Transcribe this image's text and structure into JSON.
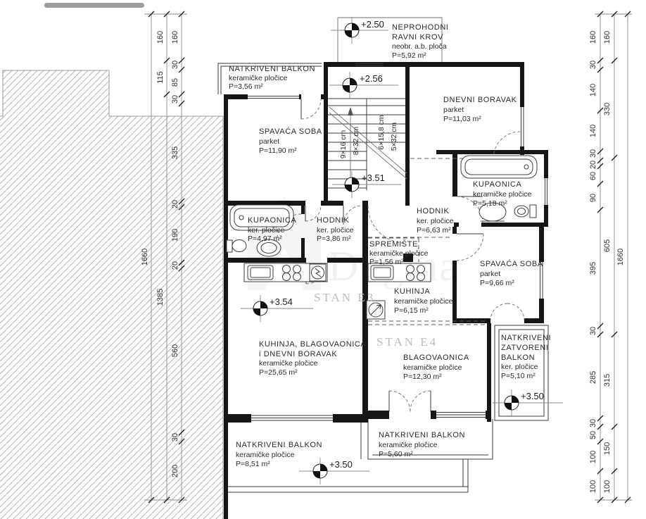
{
  "watermark": {
    "text": "Dogma"
  },
  "units": {
    "e3": "STAN E3",
    "e4": "STAN E4"
  },
  "levels": {
    "roof": "+2.50",
    "stair_top": "+2.56",
    "stair_mid": "+3.51",
    "e3_floor": "+3.54",
    "e4_balcony": "+3.50",
    "e3_balcony": "+3.50"
  },
  "stairs": {
    "flight1_risers": "9×16 cm",
    "flight1_treads": "8×32 cm",
    "flight2_risers": "6×15,8 cm",
    "flight2_treads": "5×32 cm"
  },
  "rooms": {
    "roof": {
      "lines": [
        "NEPROHODNI",
        "RAVNI KROV",
        "neobr. a.b. ploča",
        "P=5,92 m²"
      ]
    },
    "balkon_nw": {
      "lines": [
        "NATKRIVENI BALKON",
        "keramičke pločice",
        "P=3,56 m²"
      ]
    },
    "spavaca_e3": {
      "lines": [
        "SPAVAĆA SOBA",
        "parket",
        "P=11,90 m²"
      ]
    },
    "dnevni_e4": {
      "lines": [
        "DNEVNI BORAVAK",
        "parket",
        "P=11,03 m²"
      ]
    },
    "kupaonica_e3": {
      "lines": [
        "KUPAONICA",
        "ker. pločice",
        "P=4,97 m²"
      ]
    },
    "hodnik_e3": {
      "lines": [
        "HODNIK",
        "ker. pločice",
        "P=3,86 m²"
      ]
    },
    "hodnik_e4": {
      "lines": [
        "HODNIK",
        "ker. pločice",
        "P=6,63 m²"
      ]
    },
    "kupaonica_e4": {
      "lines": [
        "KUPAONICA",
        "keramičke pločice",
        "P=5,18 m²"
      ]
    },
    "spremiste_e4": {
      "lines": [
        "SPREMIŠTE",
        "keramičke pločice",
        "P=1,56 m²"
      ]
    },
    "kuhinja_e4": {
      "lines": [
        "KUHINJA",
        "keramičke pločice",
        "P=6,15 m²"
      ]
    },
    "spavaca_e4": {
      "lines": [
        "SPAVAĆA SOBA",
        "parket",
        "P=9,66 m²"
      ]
    },
    "dnevni_e3": {
      "lines": [
        "KUHINJA, BLAGOVAONICA",
        "i DNEVNI BORAVAK",
        "keramičke pločice",
        "P=25,65 m²"
      ]
    },
    "blagovaonica_e4": {
      "lines": [
        "BLAGOVAONICA",
        "keramičke pločice",
        "P=12,30 m²"
      ]
    },
    "zatvoreni_e4": {
      "lines": [
        "NATKRIVENI",
        "ZATVORENI",
        "BALKON",
        "ker. pločice",
        "P=5,10 m²"
      ]
    },
    "balkon_e4": {
      "lines": [
        "NATKRIVENI BALKON",
        "keramičke pločice",
        "P=5,60 m²"
      ]
    },
    "balkon_e3": {
      "lines": [
        "NATKRIVENI BALKON",
        "keramičke pločice",
        "P=8,51 m²"
      ]
    }
  },
  "dims": {
    "left_inner": [
      "160",
      "30",
      "85",
      "30",
      "335",
      "20",
      "190",
      "20",
      "560",
      "30",
      "200"
    ],
    "left_mid": [
      "160",
      "115",
      "1385"
    ],
    "left_outer": [
      "1660"
    ],
    "right_inner": [
      "160",
      "30",
      "140",
      "140",
      "30",
      "20",
      "60",
      "90",
      "395",
      "30",
      "285",
      "30",
      "50",
      "100",
      "100"
    ],
    "right_mid": [
      "160",
      "330",
      "605",
      "315",
      "150",
      "100"
    ],
    "right_outer": [
      "1660"
    ]
  }
}
